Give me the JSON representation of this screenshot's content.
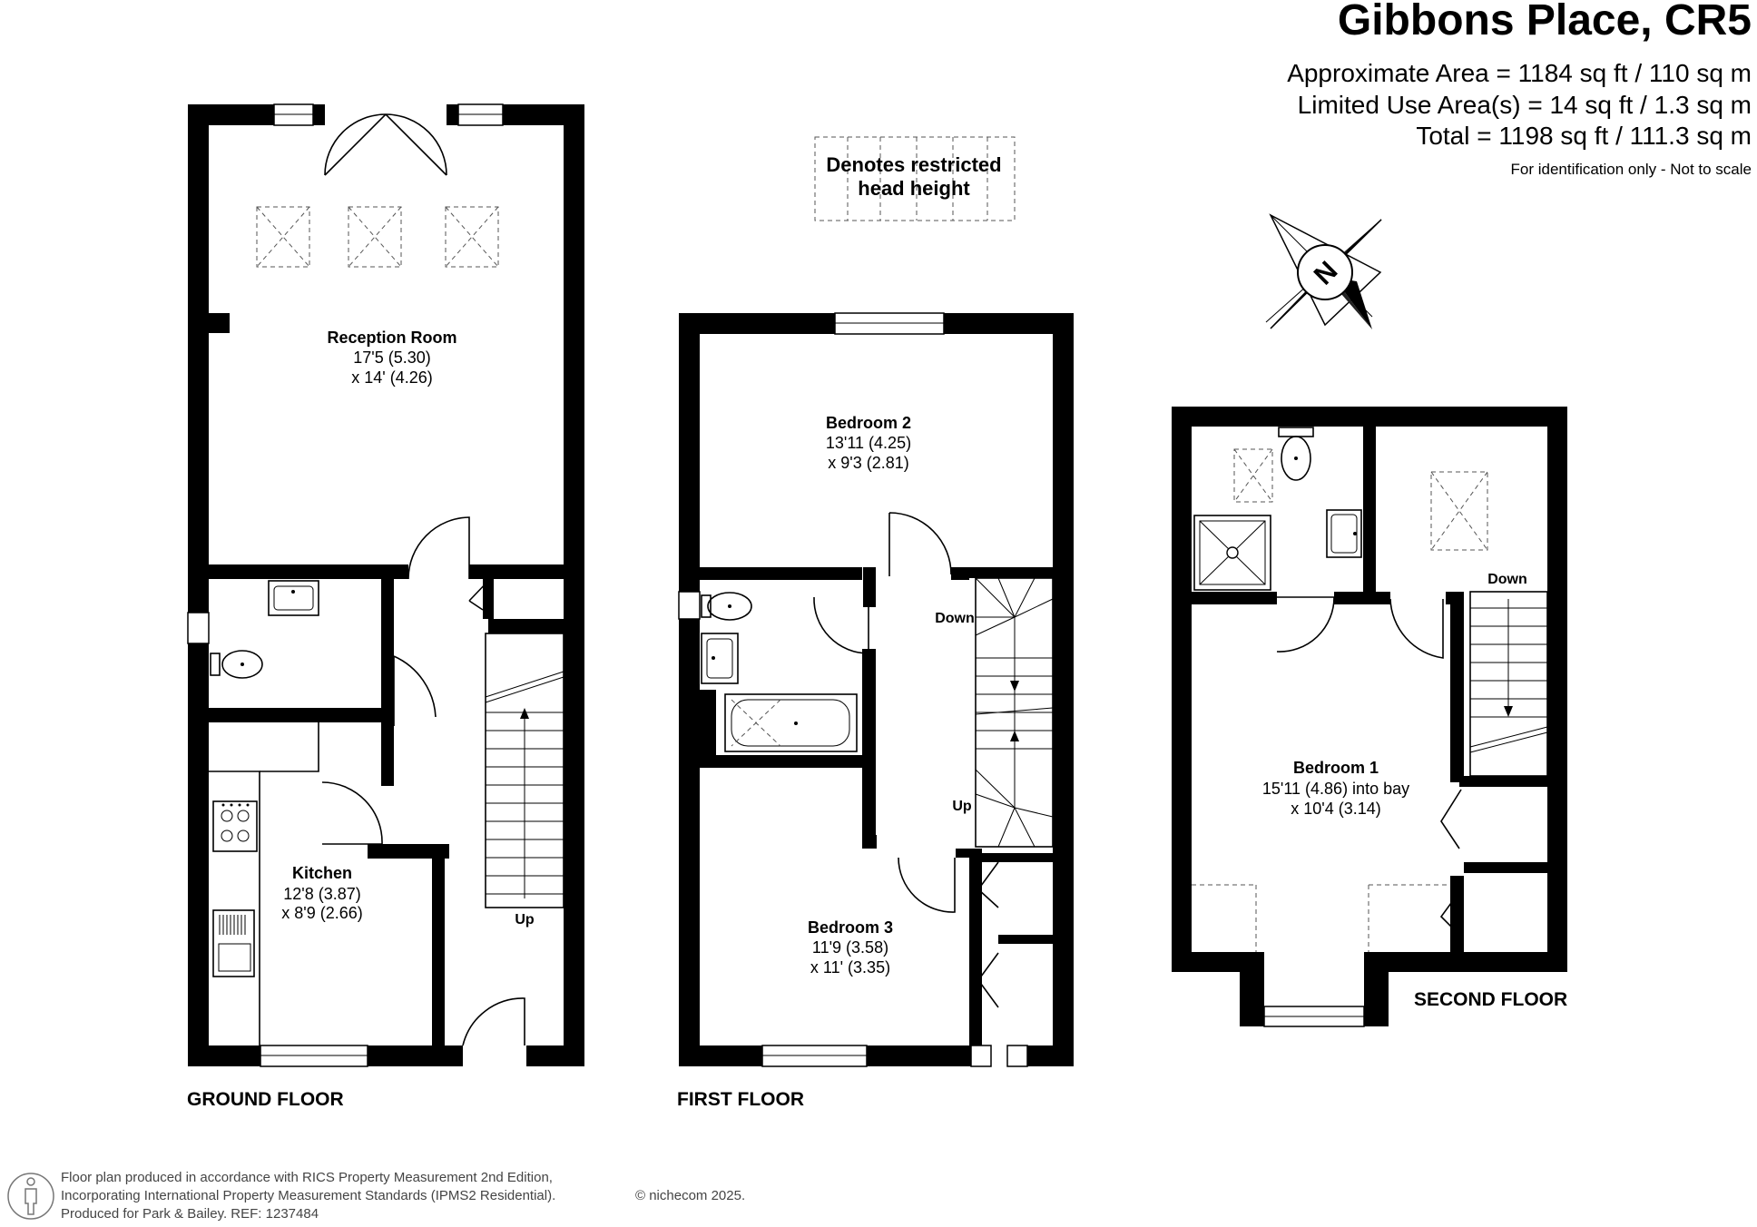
{
  "header": {
    "title": "Gibbons Place, CR5",
    "approx_area": "Approximate Area = 1184 sq ft / 110 sq m",
    "limited_use": "Limited Use Area(s) = 14 sq ft / 1.3 sq m",
    "total": "Total = 1198 sq ft / 111.3 sq m",
    "note": "For identification only - Not to scale"
  },
  "legend": {
    "line1": "Denotes restricted",
    "line2": "head height"
  },
  "compass": {
    "label": "N",
    "icon": "north-compass-icon"
  },
  "floors": {
    "ground": {
      "label": "GROUND FLOOR",
      "rooms": [
        {
          "name": "Reception Room",
          "dim1": "17'5 (5.30)",
          "dim2": "x 14' (4.26)"
        },
        {
          "name": "Kitchen",
          "dim1": "12'8 (3.87)",
          "dim2": "x 8'9 (2.66)"
        }
      ],
      "stairs_label": "Up"
    },
    "first": {
      "label": "FIRST FLOOR",
      "rooms": [
        {
          "name": "Bedroom 2",
          "dim1": "13'11 (4.25)",
          "dim2": "x 9'3 (2.81)"
        },
        {
          "name": "Bedroom 3",
          "dim1": "11'9 (3.58)",
          "dim2": "x 11' (3.35)"
        }
      ],
      "stairs_down": "Down",
      "stairs_up": "Up"
    },
    "second": {
      "label": "SECOND FLOOR",
      "rooms": [
        {
          "name": "Bedroom 1",
          "dim1": "15'11 (4.86) into bay",
          "dim2": "x 10'4 (3.14)"
        }
      ],
      "stairs_down": "Down"
    }
  },
  "footer": {
    "line1": "Floor plan produced in accordance with RICS Property Measurement 2nd Edition,",
    "line2": "Incorporating International Property Measurement Standards (IPMS2 Residential).",
    "copyright": "© nichecom 2025.",
    "line3": "Produced for Park & Bailey.   REF:  1237484",
    "icon": "person-icon"
  }
}
